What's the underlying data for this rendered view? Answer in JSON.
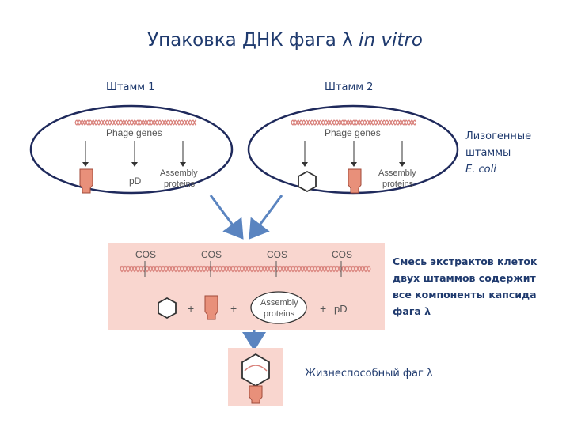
{
  "title": {
    "main": "Упаковка ДНК фага λ ",
    "italic": "in vitro"
  },
  "strains": {
    "strain1": "Штамм 1",
    "strain2": "Штамм 2"
  },
  "strain1_box": {
    "genes": "Phage genes",
    "pd": "pD",
    "assembly1": "Assembly",
    "assembly2": "proteins"
  },
  "strain2_box": {
    "genes": "Phage genes",
    "assembly1": "Assembly",
    "assembly2": "proteins"
  },
  "lysogen": {
    "line1": "Лизогенные",
    "line2": "штаммы",
    "line3": "E. coli"
  },
  "mixture": {
    "cos": [
      "COS",
      "COS",
      "COS",
      "COS"
    ],
    "plus": "+",
    "assembly1": "Assembly",
    "assembly2": "proteins",
    "pd": "pD"
  },
  "mixture_note": {
    "line1": "Смесь экстрактов клеток",
    "line2": "двух штаммов содержит",
    "line3": "все компоненты капсида",
    "line4": "фага λ"
  },
  "result": "Жизнеспособный фаг λ",
  "colors": {
    "title": "#1f3a6e",
    "ellipse_stroke": "#1f2a5c",
    "dna": "#d8807a",
    "protein": "#e8907a",
    "mix_bg": "#f9d6cf",
    "arrow": "#5a84c0"
  }
}
